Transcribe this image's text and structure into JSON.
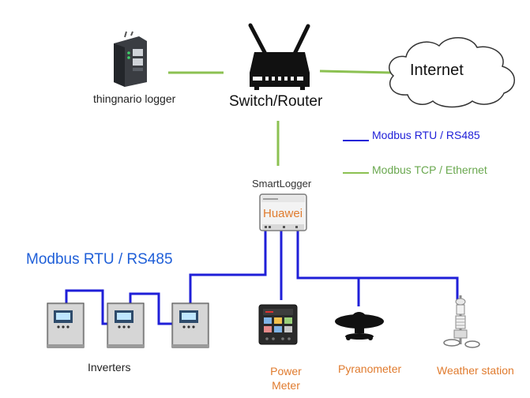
{
  "nodes": {
    "logger": {
      "label": "thingnario logger"
    },
    "router": {
      "label": "Switch/Router"
    },
    "internet": {
      "label": "Internet"
    },
    "smartlogger": {
      "label": "SmartLogger",
      "brand": "Huawei"
    },
    "inverters": {
      "label": "Inverters"
    },
    "power_meter": {
      "label": "Power Meter"
    },
    "pyranometer": {
      "label": "Pyranometer"
    },
    "weather_station": {
      "label": "Weather station"
    }
  },
  "legend": {
    "rtu": {
      "label": "Modbus RTU / RS485",
      "color": "#1f1fd8"
    },
    "tcp": {
      "label": "Modbus TCP / Ethernet",
      "color": "#7ab648"
    }
  },
  "bus_label": "Modbus RTU / RS485",
  "colors": {
    "rtu_line": "#1f1fd8",
    "tcp_line": "#8cc152",
    "device_label": "#e07b2e"
  },
  "icons": {
    "logger": "industrial-logger-icon",
    "router": "router-icon",
    "internet": "cloud-icon",
    "smartlogger": "smartlogger-box-icon",
    "inverter": "inverter-icon",
    "power_meter": "power-meter-icon",
    "pyranometer": "pyranometer-icon",
    "weather_station": "weather-station-icon"
  }
}
